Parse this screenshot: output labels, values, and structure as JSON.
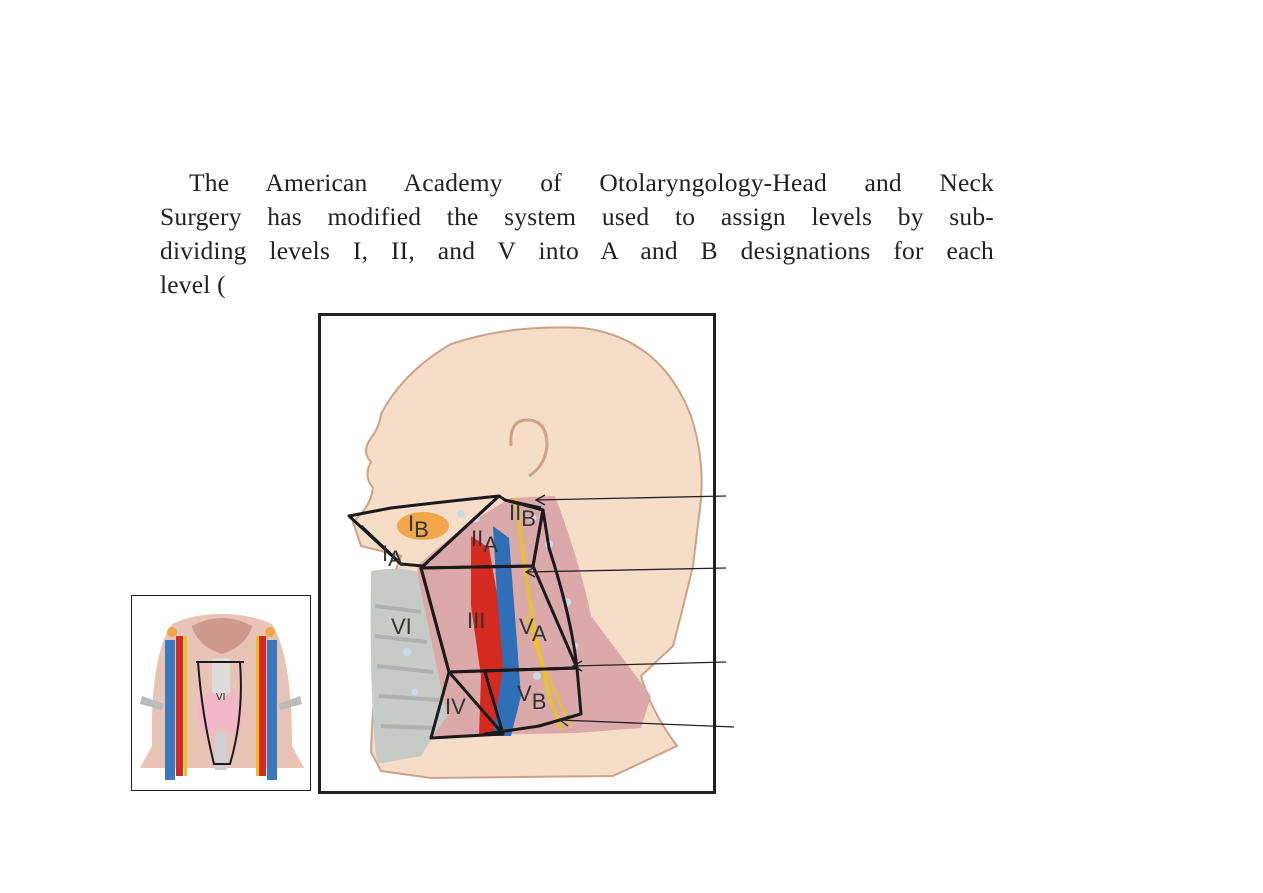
{
  "paragraph": {
    "lines": [
      "The American Academy of Otolaryngology-Head and Neck",
      "Surgery has modified the system used to assign levels by sub-",
      "dividing levels I, II, and V into A and B designations for each",
      "level ("
    ]
  },
  "figure": {
    "labels": {
      "IA_main": "I",
      "IA_sub": "A",
      "IB_main": "I",
      "IB_sub": "B",
      "IIA_main": "II",
      "IIA_sub": "A",
      "IIB_main": "II",
      "IIB_sub": "B",
      "III": "III",
      "IV": "IV",
      "VA_main": "V",
      "VA_sub": "A",
      "VB_main": "V",
      "VB_sub": "B",
      "VI": "VI"
    },
    "inset_label": "VI"
  },
  "colors": {
    "skin": "#f5ddc8",
    "skin_outline": "#c9a48a",
    "muscle": "#d9a3a6",
    "artery": "#d42a20",
    "vein": "#2f6fb8",
    "nerve": "#e8c51a",
    "outline": "#1a1a1a"
  }
}
